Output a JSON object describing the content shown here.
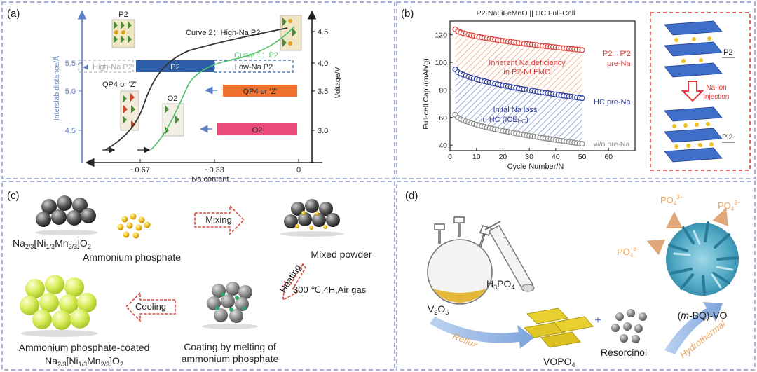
{
  "colors": {
    "panel_border": "#8a96c8",
    "axis_blue": "#5b7fc7",
    "p2_bar": "#2f5ea8",
    "qp4_bar": "#f07030",
    "o2_bar": "#e84a7a",
    "curve1": "#4cbf6a",
    "curve2": "#333333",
    "red_dash": "#e03a3a",
    "series_red": "#d9413a",
    "series_blue": "#2f3f9a",
    "series_gray": "#8a8a8a",
    "orange_text": "#f2a057"
  },
  "panel_a": {
    "label": "(a)",
    "y_left_label": "Interslab distance/Å",
    "y_left_ticks": [
      "5.5",
      "5.0",
      "4.5"
    ],
    "y_right_label": "Voltage/V",
    "y_right_ticks": [
      "4.5",
      "4.0",
      "3.5",
      "3.0"
    ],
    "x_label": "Na content",
    "x_ticks": [
      "~0.67",
      "~0.33",
      "0"
    ],
    "struct_p2": "P2",
    "struct_qp4": "QP4 or 'Z'",
    "struct_o2": "O2",
    "curve2_label": "Curve 2：High-Na P2",
    "curve1_label": "Curve 1：P2",
    "high_na_box": "High-Na P2",
    "p2_bar": "P2",
    "low_na_box": "Low-Na P2",
    "qp4_bar": "QP4 or 'Z'",
    "o2_bar": "O2"
  },
  "panel_b": {
    "label": "(b)",
    "title": "P2-NaLiFeMnO || HC Full-Cell",
    "y_label": "Full-cell Cap./(mAh/g)",
    "x_label": "Cycle Number/N",
    "series_label_1a": "P2→P'2",
    "series_label_1b": "pre-Na",
    "series_label_2": "HC pre-Na",
    "series_label_3": "w/o pre-Na",
    "note_1a": "Inherent Na deficiency",
    "note_1b": "in P2-NLFMO",
    "note_2a": "Inital Na loss",
    "note_2b": "in HC (ICE",
    "note_2b_sub": "HC",
    "note_2b_end": ")",
    "p2_tag": "P2",
    "p2prime_tag": "P'2",
    "injection_a": "Na-ion",
    "injection_b": "injection"
  },
  "chart_data": {
    "type": "scatter",
    "title": "P2-NaLiFeMnO || HC Full-Cell",
    "xlabel": "Cycle Number/N",
    "ylabel": "Full-cell Cap./(mAh/g)",
    "xlim": [
      0,
      70
    ],
    "ylim": [
      36,
      130
    ],
    "x_ticks": [
      0,
      10,
      20,
      30,
      40,
      50,
      60
    ],
    "y_ticks": [
      40,
      60,
      80,
      100,
      120
    ],
    "series": [
      {
        "name": "P2→P'2 pre-Na",
        "start": 124,
        "end": 109,
        "color": "#d9413a"
      },
      {
        "name": "HC pre-Na",
        "start": 95,
        "end": 74,
        "color": "#2f3f9a"
      },
      {
        "name": "w/o pre-Na",
        "start": 62,
        "end": 41,
        "color": "#8a8a8a"
      }
    ],
    "cycles": [
      2,
      50
    ]
  },
  "panel_c": {
    "label": "(c)",
    "formula_main": "Na",
    "formula_sub1": "2/3",
    "formula_mid": "[Ni",
    "formula_sub2": "1/3",
    "formula_mn": "Mn",
    "formula_sub3": "2/3",
    "formula_end": "]O",
    "formula_sub4": "2",
    "ammonium_phosphate": "Ammonium phosphate",
    "mixing": "Mixing",
    "mixed_powder": "Mixed powder",
    "heating": "Heating",
    "heating_cond": "300 ℃,4H,Air gas",
    "cooling": "Cooling",
    "coated_line1": "Ammonium phosphate-coated",
    "melting_line1": "Coating by melting of",
    "melting_line2": "ammonium phosphate"
  },
  "panel_d": {
    "label": "(d)",
    "h3po4": "H",
    "h3po4_sub": "3",
    "h3po4_end": "PO",
    "h3po4_sub2": "4",
    "v2o5": "V",
    "v2o5_sub": "2",
    "v2o5_end": "O",
    "v2o5_sub2": "5",
    "reflux": "Reflux",
    "vopo4": "VOPO",
    "vopo4_sub": "4",
    "plus": "+",
    "resorcinol": "Resorcinol",
    "hydrothermal": "Hydrothermal",
    "product_a": "(",
    "product_m": "m",
    "product_b": "-BQ)-VO",
    "po4": "PO",
    "po4_sub": "4",
    "po4_sup": "3−"
  }
}
